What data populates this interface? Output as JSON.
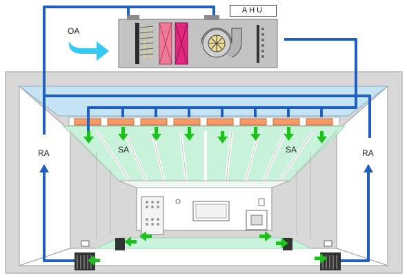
{
  "labels": {
    "ahu": "AHU",
    "oa": "OA",
    "sa_left": "SA",
    "sa_right": "SA",
    "ra_left": "RA",
    "ra_right": "RA"
  },
  "colors": {
    "duct_blue": "#1e5fbf",
    "supply_green": "#1fbf1f",
    "outside_air_cyan": "#35c8f0",
    "filter_pink": "#f07a9a",
    "coil_magenta": "#e0287f",
    "diffuser_orange": "#f49a6a",
    "clean_air_green": "#c8f5dc",
    "ceiling_blue": "#c4e4f5",
    "ahu_gray": "#c3c3c3"
  }
}
